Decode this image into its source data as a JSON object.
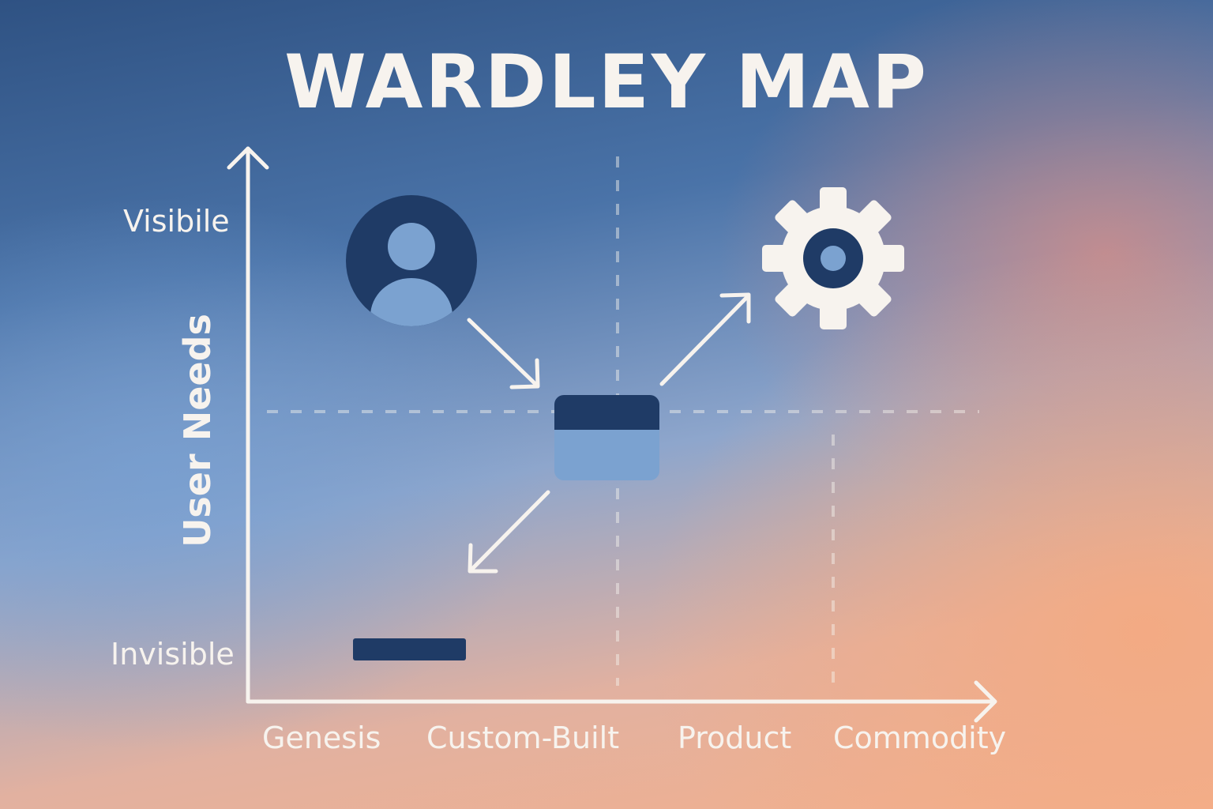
{
  "title": "WARDLEY MAP",
  "y_axis": {
    "label": "User Needs",
    "top_label": "Visibile",
    "bottom_label": "Invisible"
  },
  "x_axis": {
    "stages": [
      "Genesis",
      "Custom-Built",
      "Product",
      "Commodity"
    ]
  },
  "components": [
    {
      "name": "user",
      "icon": "user-avatar-icon"
    },
    {
      "name": "card",
      "icon": "card-component-icon"
    },
    {
      "name": "gear",
      "icon": "gear-icon"
    },
    {
      "name": "bar",
      "icon": "bar-component-icon"
    }
  ],
  "colors": {
    "text": "#f7f3ee",
    "dark_blue": "#1f3b66",
    "light_blue": "#7ba2d0",
    "line": "#f7f3ee"
  }
}
